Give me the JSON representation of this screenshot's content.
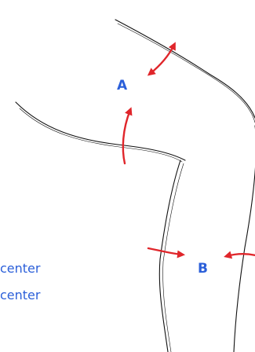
{
  "labels": {
    "a": "A",
    "b": "B"
  },
  "captions": [
    "center",
    "center"
  ],
  "colors": {
    "outline": "#111111",
    "arrow": "#e0262b",
    "label": "#2b5fd9",
    "background": "#ffffff"
  }
}
